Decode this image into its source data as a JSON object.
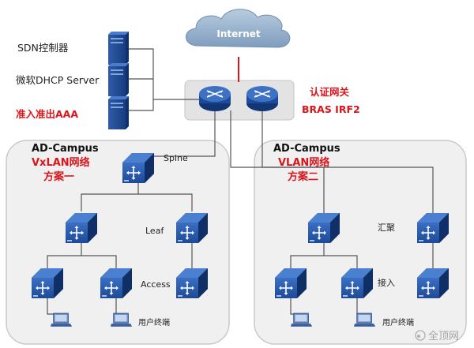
{
  "internet": {
    "label": "Internet"
  },
  "servers": {
    "sdn": "SDN控制器",
    "dhcp": "微软DHCP Server",
    "aaa": "准入准出AAA"
  },
  "gateway": {
    "title": "认证网关",
    "subtitle": "BRAS IRF2"
  },
  "left_zone": {
    "title": "AD-Campus",
    "scheme_line1": "VxLAN网络",
    "scheme_line2": "方案一",
    "spine": "Spine",
    "leaf": "Leaf",
    "access": "Access",
    "users": "用户终端"
  },
  "right_zone": {
    "title": "AD-Campus",
    "scheme_line1": "VLAN网络",
    "scheme_line2": "方案二",
    "aggregation": "汇聚",
    "access": "接入",
    "users": "用户终端"
  },
  "watermark": "全顶网",
  "colors": {
    "red_text": "#d9161c",
    "switch_blue": "#1f4ea0",
    "switch_dark": "#0f2f6e",
    "zone_fill": "#f0f0f0",
    "zone_border": "#c8c8c8",
    "link": "#555555",
    "internet_link": "#d9161c",
    "cloud": "#8aa8c6"
  }
}
